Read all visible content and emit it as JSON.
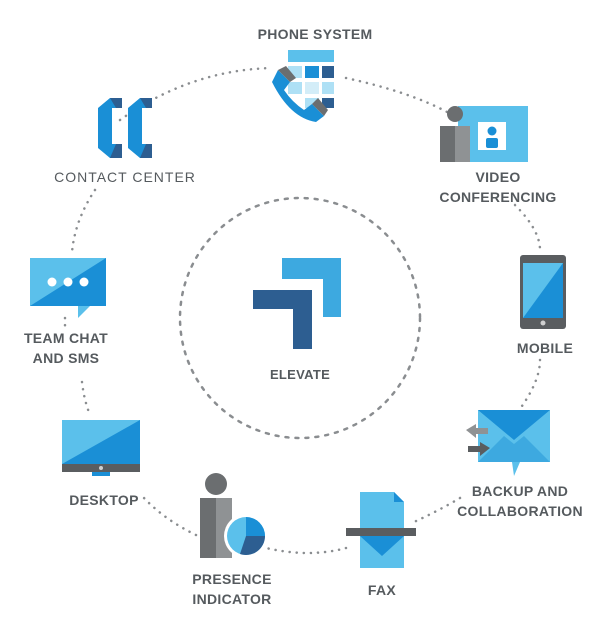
{
  "center": {
    "label": "ELEVATE"
  },
  "nodes": {
    "phone_system": "PHONE SYSTEM",
    "video_conferencing": [
      "VIDEO",
      "CONFERENCING"
    ],
    "mobile": "MOBILE",
    "backup_collaboration": [
      "BACKUP AND",
      "COLLABORATION"
    ],
    "fax": "FAX",
    "presence_indicator": [
      "PRESENCE",
      "INDICATOR"
    ],
    "desktop": "DESKTOP",
    "team_chat_sms": [
      "TEAM CHAT",
      "AND SMS"
    ],
    "contact_center": "CONTACT CENTER"
  },
  "colors": {
    "light_blue": "#5bc0eb",
    "mid_blue": "#1a8fd6",
    "dark_blue": "#2d5e91",
    "gray": "#6b6e70",
    "dark_gray": "#5a5d60",
    "text": "#555a5e",
    "dots": "#8a8d90"
  }
}
